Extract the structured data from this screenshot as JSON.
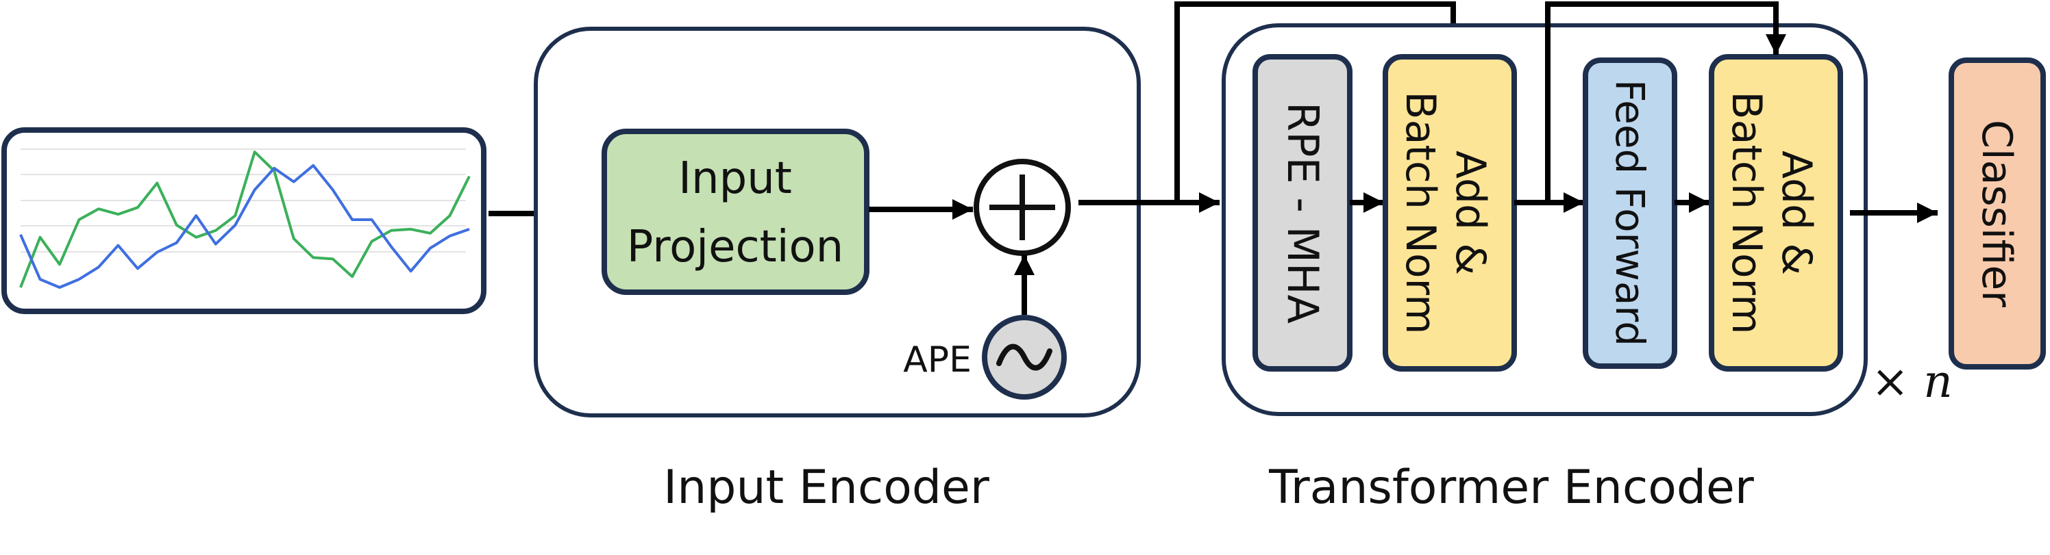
{
  "input_encoder": {
    "caption": "Input Encoder",
    "projection_label_line1": "Input",
    "projection_label_line2": "Projection",
    "ape_label": "APE"
  },
  "transformer_encoder": {
    "caption": "Transformer Encoder",
    "rpe_mha_label": "RPE - MHA",
    "add_norm_1_line1": "Add &",
    "add_norm_1_line2": "Batch Norm",
    "feed_forward_label": "Feed Forward",
    "add_norm_2_line1": "Add &",
    "add_norm_2_line2": "Batch Norm",
    "repeat_label": "× n"
  },
  "classifier": {
    "label": "Classifier"
  },
  "colors": {
    "outline": "#1e2f4d",
    "projection_fill": "#c5e0b3",
    "ape_fill": "#d9d9d9",
    "rpe_fill": "#d9d9d9",
    "add_norm_fill": "#fde597",
    "feed_forward_fill": "#bdd7ee",
    "classifier_fill": "#f8cbad",
    "series_green": "#3bb05a",
    "series_blue": "#3f6fe0"
  },
  "time_series_thumbnail": {
    "series": [
      {
        "name": "",
        "color_key": "series_green",
        "values": [
          0.0,
          0.37,
          0.17,
          0.5,
          0.58,
          0.54,
          0.59,
          0.77,
          0.46,
          0.37,
          0.42,
          0.53,
          1.0,
          0.86,
          0.36,
          0.22,
          0.21,
          0.08,
          0.34,
          0.42,
          0.43,
          0.4,
          0.53,
          0.82
        ]
      },
      {
        "name": "",
        "color_key": "series_blue",
        "values": [
          0.39,
          0.06,
          0.0,
          0.06,
          0.15,
          0.31,
          0.14,
          0.26,
          0.33,
          0.53,
          0.32,
          0.46,
          0.72,
          0.88,
          0.78,
          0.9,
          0.72,
          0.5,
          0.5,
          0.3,
          0.12,
          0.29,
          0.38,
          0.43
        ]
      }
    ]
  }
}
